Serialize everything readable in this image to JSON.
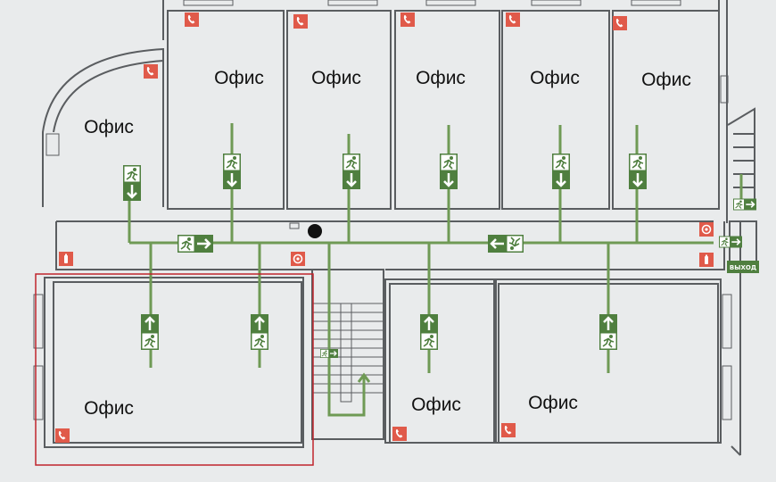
{
  "plan": {
    "room_label": "Офис",
    "exit_sign_text": "ВЫХОД",
    "colors": {
      "wall": "#5a5d60",
      "background": "#e9ebec",
      "evacuation_route": "#6f9a55",
      "sign_green": "#4f7f3f",
      "fire_symbol": "#e05a4a",
      "highlight_frame": "#c0242c"
    },
    "offices": [
      {
        "id": "office-top-1",
        "label": "Офис"
      },
      {
        "id": "office-top-2",
        "label": "Офис"
      },
      {
        "id": "office-top-3",
        "label": "Офис"
      },
      {
        "id": "office-top-4",
        "label": "Офис"
      },
      {
        "id": "office-top-5",
        "label": "Офис"
      },
      {
        "id": "office-rounded",
        "label": "Офис"
      },
      {
        "id": "office-bottom-left",
        "label": "Офис"
      },
      {
        "id": "office-bottom-middle",
        "label": "Офис"
      },
      {
        "id": "office-bottom-right",
        "label": "Офис"
      }
    ],
    "icons": [
      "fire-phone-icon",
      "fire-extinguisher-icon",
      "fire-alarm-icon",
      "running-man-exit-icon",
      "arrow-icon"
    ]
  }
}
